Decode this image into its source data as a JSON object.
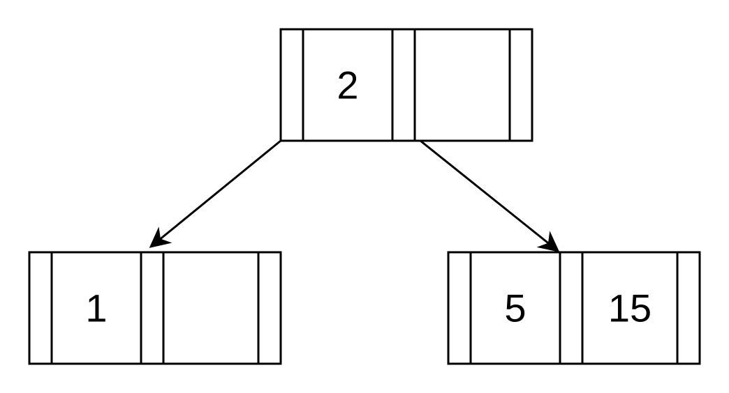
{
  "diagram": {
    "root": {
      "keys": [
        "2",
        ""
      ]
    },
    "left_child": {
      "keys": [
        "1",
        ""
      ]
    },
    "right_child": {
      "keys": [
        "5",
        "15"
      ]
    }
  },
  "colors": {
    "stroke": "#000000",
    "background": "#ffffff"
  }
}
